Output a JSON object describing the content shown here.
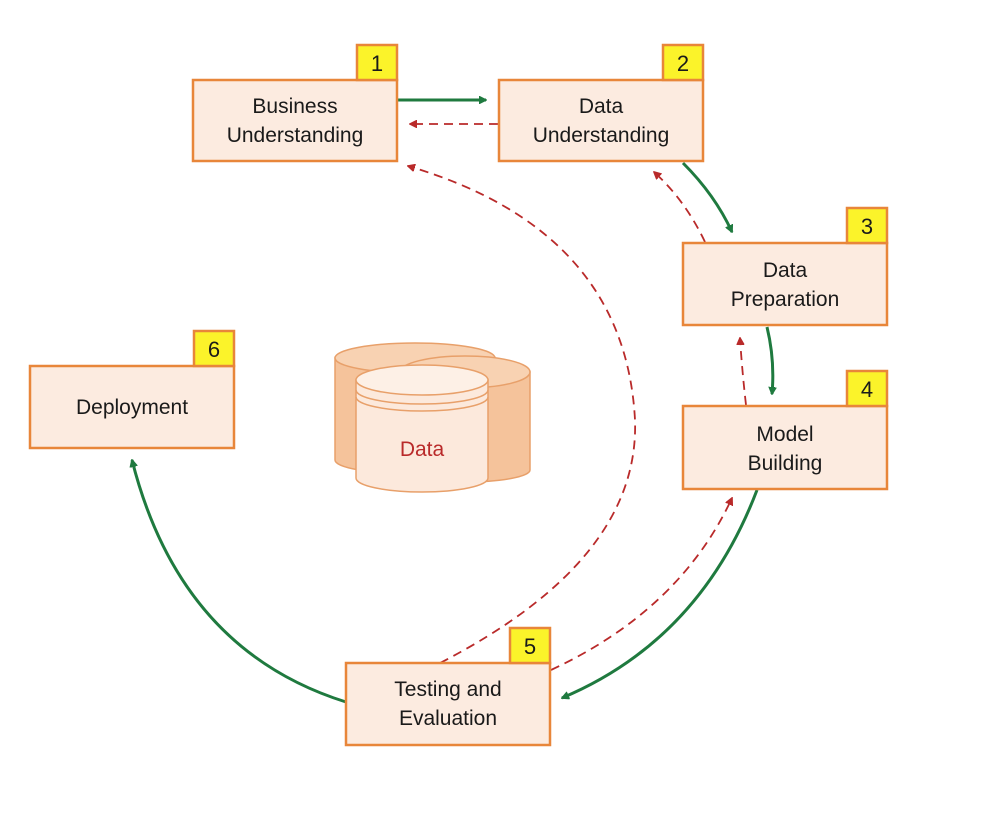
{
  "title": "Data mining process cycle",
  "colors": {
    "box_fill": "#fcebe0",
    "box_border": "#e8863a",
    "badge": "#fbf32a",
    "forward_arrow": "#1f7a3f",
    "feedback_arrow": "#b92a2a",
    "data_label": "#b92a2a"
  },
  "steps": [
    {
      "number": "1",
      "line1": "Business",
      "line2": "Understanding"
    },
    {
      "number": "2",
      "line1": "Data",
      "line2": "Understanding"
    },
    {
      "number": "3",
      "line1": "Data",
      "line2": "Preparation"
    },
    {
      "number": "4",
      "line1": "Model",
      "line2": "Building"
    },
    {
      "number": "5",
      "line1": "Testing and",
      "line2": "Evaluation"
    },
    {
      "number": "6",
      "line1": "Deployment",
      "line2": ""
    }
  ],
  "data_store": {
    "label": "Data"
  },
  "flows": [
    {
      "from": "1",
      "to": "2",
      "type": "forward"
    },
    {
      "from": "2",
      "to": "1",
      "type": "feedback"
    },
    {
      "from": "2",
      "to": "3",
      "type": "forward"
    },
    {
      "from": "3",
      "to": "2",
      "type": "feedback"
    },
    {
      "from": "3",
      "to": "4",
      "type": "forward"
    },
    {
      "from": "4",
      "to": "3",
      "type": "feedback"
    },
    {
      "from": "4",
      "to": "5",
      "type": "forward"
    },
    {
      "from": "5",
      "to": "4",
      "type": "feedback"
    },
    {
      "from": "5",
      "to": "1",
      "type": "feedback"
    },
    {
      "from": "5",
      "to": "6",
      "type": "forward"
    }
  ]
}
